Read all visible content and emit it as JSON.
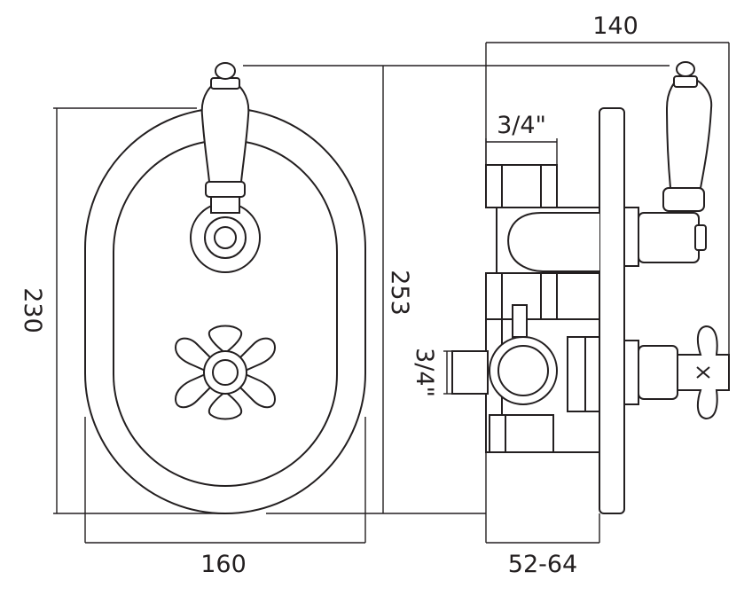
{
  "dimensions": {
    "overall_depth": "140",
    "pipe_size_top": "3/4\"",
    "plate_height": "230",
    "overall_height": "253",
    "pipe_size_side": "3/4\"",
    "plate_width": "160",
    "wall_depth_range": "52-64"
  },
  "colors": {
    "line": "#231f20",
    "background": "#ffffff"
  }
}
